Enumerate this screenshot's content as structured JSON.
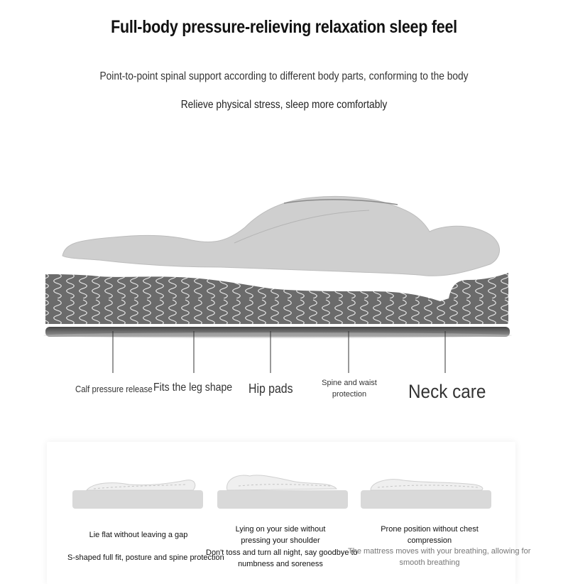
{
  "header": {
    "title": "Full-body pressure-relieving relaxation sleep feel",
    "subtitle": "Point-to-point spinal support according to different body parts, conforming to the body",
    "tagline": "Relieve physical stress, sleep more comfortably"
  },
  "callouts": [
    {
      "id": "calf",
      "label": "Calf pressure release"
    },
    {
      "id": "leg",
      "label": "Fits the leg shape"
    },
    {
      "id": "hip",
      "label": "Hip pads"
    },
    {
      "id": "spine",
      "label_line1": "Spine and waist",
      "label_line2": "protection"
    },
    {
      "id": "neck",
      "label": "Neck care"
    }
  ],
  "sleep_positions": [
    {
      "id": "back",
      "caption": "Lie flat without leaving a gap",
      "detail": "S-shaped full fit, posture and spine protection"
    },
    {
      "id": "side",
      "caption_line1": "Lying on your side without",
      "caption_line2": "pressing your shoulder",
      "detail_line1": "Don't toss and turn all night, say goodbye to",
      "detail_line2": "numbness and soreness"
    },
    {
      "id": "prone",
      "caption_line1": "Prone position without chest",
      "caption_line2": "compression",
      "detail_line1": "The mattress moves with your breathing, allowing for",
      "detail_line2": "smooth breathing"
    }
  ],
  "colors": {
    "mattress": "#6b6b6b",
    "body_silhouette": "#cfcfcf",
    "spring": "#ffffff",
    "text": "#222222"
  }
}
